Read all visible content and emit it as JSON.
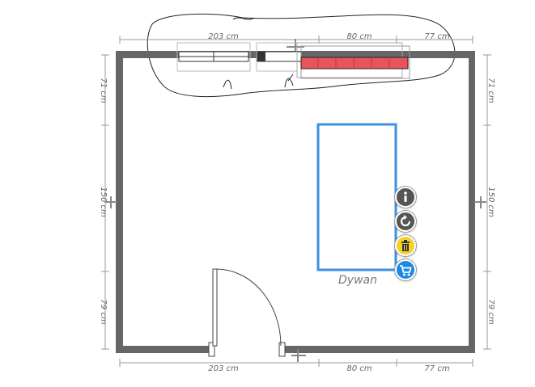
{
  "dimensions": {
    "top": [
      "203 cm",
      "80 cm",
      "77 cm"
    ],
    "bottom": [
      "203 cm",
      "80 cm",
      "77 cm"
    ],
    "left": [
      "71 cm",
      "150 cm",
      "79 cm"
    ],
    "right": [
      "71 cm",
      "150 cm",
      "79 cm"
    ]
  },
  "rug": {
    "label": "Dywan",
    "color": "#3d8fe0"
  },
  "selected_item": {
    "color": "#e8545c"
  },
  "walls": {
    "color": "#666666"
  },
  "controls": {
    "info": {
      "icon": "info-icon",
      "color": "#555555"
    },
    "rotate": {
      "icon": "rotate-icon",
      "color": "#555555"
    },
    "delete": {
      "icon": "trash-icon",
      "color": "#f3d32b"
    },
    "cart": {
      "icon": "cart-icon",
      "color": "#1e88e5"
    }
  }
}
